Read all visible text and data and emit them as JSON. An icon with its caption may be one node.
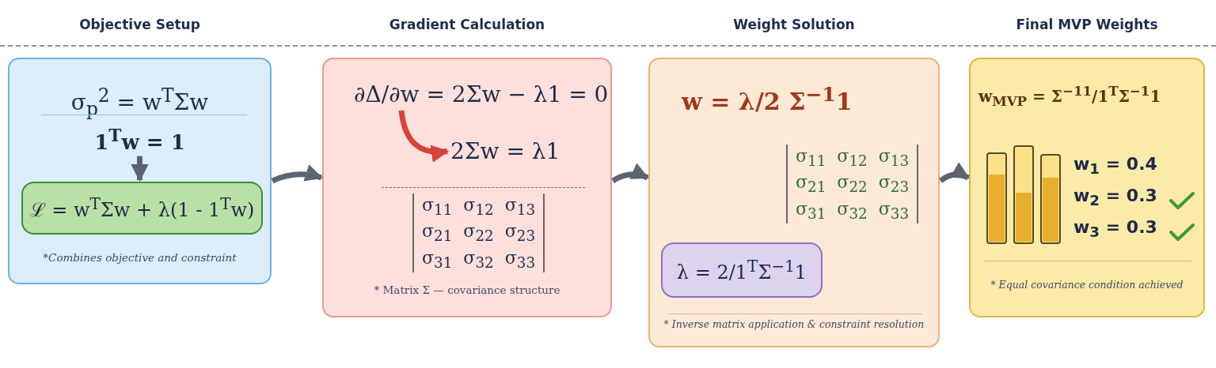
{
  "diagram": {
    "nodes": [
      {
        "text": [
          "Objective Setup",
          "σ$_{p}$$^{2}$ = w$^{T}$Σw",
          "*Combines objective and constraint"
        ]
      },
      {
        "text": [
          "1$^{T}$w = 1"
        ],
        "in": 0
      },
      {
        "text": [
          "ℒ = w$^{T}$Σw + λ(1 - 1$^{T}$w)"
        ],
        "in": 0
      },
      {
        "text": [
          "Gradient Calculation",
          "* Matrix Σ — covariance structure"
        ]
      },
      {
        "text": [
          "∂Δ/∂w = 2Σw − λ1 = 0"
        ],
        "in": 3
      },
      {
        "text": [
          "2Σw = λ1"
        ],
        "in": 3
      },
      {
        "text": [
          "Weight Solution",
          "w = λ/2 Σ$^{−1}$1",
          "* Inverse matrix application & constraint resolution"
        ]
      },
      {
        "text": [
          "λ = 2/1$^{T}$Σ$^{−1}$1"
        ],
        "in": 6
      },
      {
        "text": [
          "Final MVP Weights",
          "w$_{MVP}$ = Σ$^{−11}$/1$^{T}$Σ$^{−1}$1",
          "w$_{1}$ = 0.4",
          "w$_{2}$ = 0.3",
          "w$_{3}$ = 0.3",
          "* Equal covariance condition achieved"
        ]
      }
    ],
    "edges": [
      {
        "from": 1,
        "to": 2,
        "arrow": "to"
      },
      {
        "from": 4,
        "to": 5,
        "arrow": "to",
        "color": "#d9423a"
      },
      {
        "from": 0,
        "to": 3,
        "arrow": "to"
      },
      {
        "from": 3,
        "to": 6,
        "arrow": "to"
      },
      {
        "from": 6,
        "to": 8,
        "arrow": "to"
      }
    ],
    "labels": [
      "σ$_{11}$",
      "σ$_{12}$",
      "σ$_{13}$",
      "σ$_{21}$",
      "σ$_{22}$",
      "σ$_{23}$",
      "σ$_{31}$",
      "σ$_{32}$",
      "σ$_{33}$",
      "σ$_{11}$",
      "σ$_{12}$",
      "σ$_{13}$",
      "σ$_{21}$",
      "σ$_{22}$",
      "σ$_{23}$",
      "σ$_{31}$",
      "σ$_{32}$",
      "σ$_{33}$"
    ]
  }
}
